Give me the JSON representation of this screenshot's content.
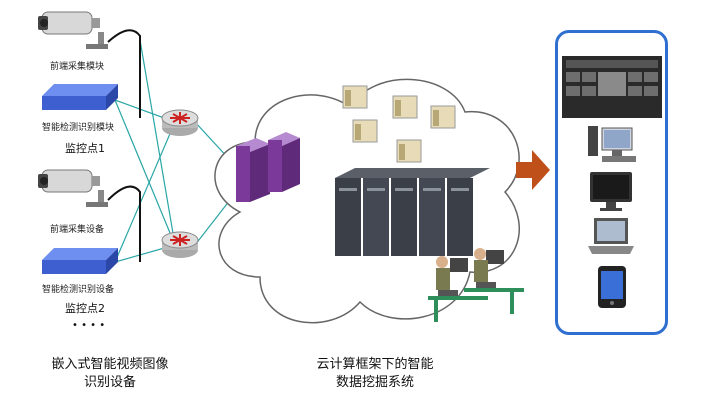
{
  "left": {
    "cam1_label": "前端采集模块",
    "device1_label": "智能检测识别模块",
    "site1_label": "监控点1",
    "cam2_label": "前端采集设备",
    "device2_label": "智能检测识别设备",
    "site2_label": "监控点2",
    "ellipsis": "• • • •"
  },
  "captions": {
    "left": [
      "嵌入式智能视频图像",
      "识别设备"
    ],
    "middle": [
      "云计算框架下的智能",
      "数据挖掘系统"
    ]
  },
  "colors": {
    "arrow": "#c0501a",
    "device_blue": "#3d5fcf",
    "cloud_stroke": "#666666",
    "server_purple": "#7b3a9a",
    "phone_frame": "#2f6fd0"
  }
}
